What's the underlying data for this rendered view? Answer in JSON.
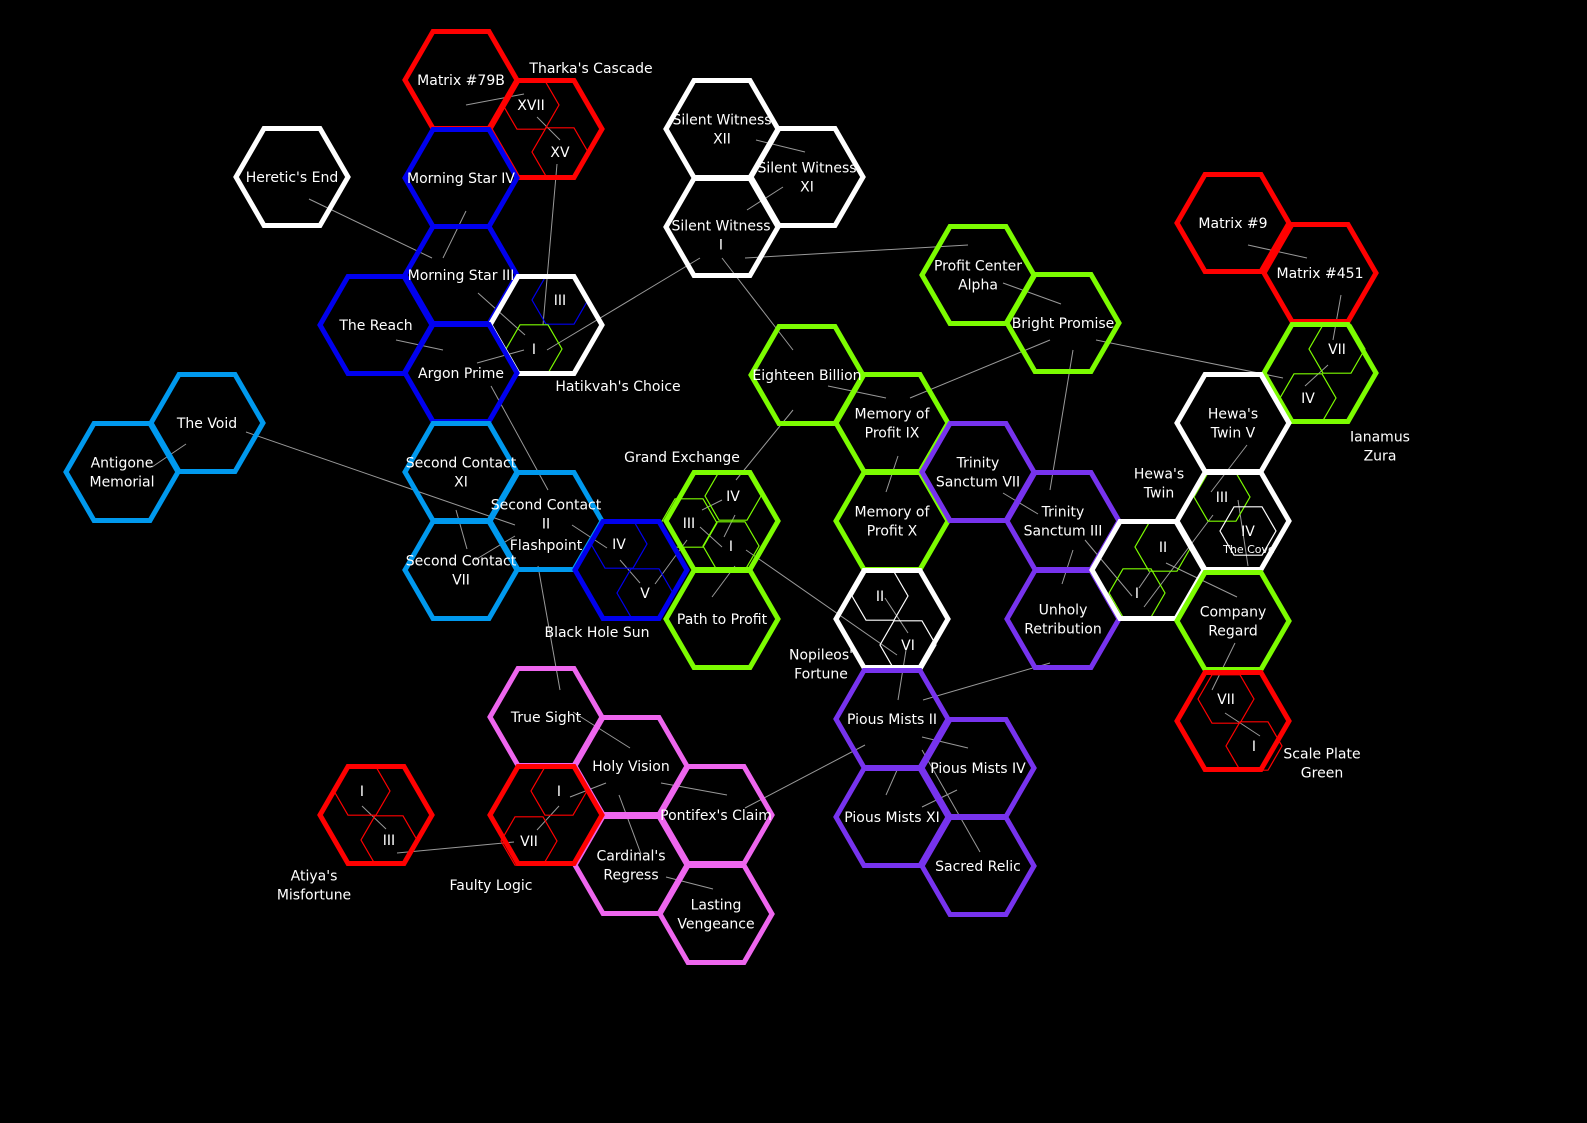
{
  "map": {
    "colors": {
      "red": "#ff0000",
      "blue": "#0000ee",
      "white": "#ffffff",
      "cyan": "#0099ee",
      "green": "#7cfc00",
      "purple": "#7733ee",
      "pink": "#ee66ee"
    },
    "hexes": [
      {
        "id": "matrix-79b",
        "color": "red",
        "lines": [
          "Matrix #79B"
        ]
      },
      {
        "id": "tharkas-cascade-a",
        "color": "red",
        "lines": []
      },
      {
        "id": "heretics-end",
        "color": "white",
        "lines": [
          "Heretic's End"
        ]
      },
      {
        "id": "morning-star-iv",
        "color": "blue",
        "lines": [
          "Morning Star IV"
        ]
      },
      {
        "id": "morning-star-iii",
        "color": "blue",
        "lines": [
          "Morning Star III"
        ]
      },
      {
        "id": "the-reach",
        "color": "blue",
        "lines": [
          "The Reach"
        ]
      },
      {
        "id": "hatikvahs-choice",
        "color": "white",
        "lines": []
      },
      {
        "id": "argon-prime",
        "color": "blue",
        "lines": [
          "Argon Prime"
        ]
      },
      {
        "id": "the-void",
        "color": "cyan",
        "lines": [
          "The Void"
        ]
      },
      {
        "id": "antigone-memorial",
        "color": "cyan",
        "lines": [
          "Antigone",
          "Memorial"
        ]
      },
      {
        "id": "second-contact-xi",
        "color": "cyan",
        "lines": [
          "Second Contact",
          "XI"
        ]
      },
      {
        "id": "second-contact-ii",
        "color": "cyan",
        "lines": [
          "Second Contact",
          "II"
        ]
      },
      {
        "id": "second-contact-vii",
        "color": "cyan",
        "lines": [
          "Second Contact",
          "VII"
        ]
      },
      {
        "id": "black-hole-sun",
        "color": "blue",
        "lines": []
      },
      {
        "id": "silent-witness-xii",
        "color": "white",
        "lines": [
          "Silent Witness",
          "XII"
        ]
      },
      {
        "id": "silent-witness-xi",
        "color": "white",
        "lines": [
          "Silent Witness",
          "XI"
        ]
      },
      {
        "id": "silent-witness-i",
        "color": "white",
        "lines": [
          "Silent Witness",
          "I"
        ]
      },
      {
        "id": "profit-center-alpha",
        "color": "green",
        "lines": [
          "Profit Center",
          "Alpha"
        ]
      },
      {
        "id": "bright-promise",
        "color": "green",
        "lines": [
          "Bright Promise"
        ]
      },
      {
        "id": "eighteen-billion",
        "color": "green",
        "lines": [
          "Eighteen Billion"
        ]
      },
      {
        "id": "memory-of-profit-ix",
        "color": "green",
        "lines": [
          "Memory of",
          "Profit IX"
        ]
      },
      {
        "id": "memory-of-profit-x",
        "color": "green",
        "lines": [
          "Memory of",
          "Profit X"
        ]
      },
      {
        "id": "grand-exchange",
        "color": "green",
        "lines": []
      },
      {
        "id": "path-to-profit",
        "color": "green",
        "lines": [
          "Path to Profit"
        ]
      },
      {
        "id": "nopileos-fortune",
        "color": "white",
        "lines": []
      },
      {
        "id": "trinity-sanctum-vii",
        "color": "purple",
        "lines": [
          "Trinity",
          "Sanctum VII"
        ]
      },
      {
        "id": "trinity-sanctum-iii",
        "color": "purple",
        "lines": [
          "Trinity",
          "Sanctum III"
        ]
      },
      {
        "id": "unholy-retribution",
        "color": "purple",
        "lines": [
          "Unholy",
          "Retribution"
        ]
      },
      {
        "id": "hewas-twin",
        "color": "white",
        "lines": []
      },
      {
        "id": "matrix-9",
        "color": "red",
        "lines": [
          "Matrix #9"
        ]
      },
      {
        "id": "matrix-451",
        "color": "red",
        "lines": [
          "Matrix #451"
        ]
      },
      {
        "id": "ianamus-zura",
        "color": "green",
        "lines": []
      },
      {
        "id": "hewas-twin-v",
        "color": "white",
        "lines": [
          "Hewa's",
          "Twin V"
        ]
      },
      {
        "id": "the-cove",
        "color": "white",
        "lines": []
      },
      {
        "id": "company-regard",
        "color": "green",
        "lines": [
          "Company",
          "Regard"
        ]
      },
      {
        "id": "scale-plate-green",
        "color": "red",
        "lines": []
      },
      {
        "id": "pious-mists-ii",
        "color": "purple",
        "lines": [
          "Pious Mists II"
        ]
      },
      {
        "id": "pious-mists-iv",
        "color": "purple",
        "lines": [
          "Pious Mists IV"
        ]
      },
      {
        "id": "pious-mists-xi",
        "color": "purple",
        "lines": [
          "Pious Mists XI"
        ]
      },
      {
        "id": "sacred-relic",
        "color": "purple",
        "lines": [
          "Sacred Relic"
        ]
      },
      {
        "id": "true-sight",
        "color": "pink",
        "lines": [
          "True Sight"
        ]
      },
      {
        "id": "holy-vision",
        "color": "pink",
        "lines": [
          "Holy Vision"
        ]
      },
      {
        "id": "pontifexs-claim",
        "color": "pink",
        "lines": [
          "Pontifex's Claim"
        ]
      },
      {
        "id": "cardinals-regress",
        "color": "pink",
        "lines": [
          "Cardinal's",
          "Regress"
        ]
      },
      {
        "id": "lasting-vengeance",
        "color": "pink",
        "lines": [
          "Lasting",
          "Vengeance"
        ]
      },
      {
        "id": "faulty-logic",
        "color": "red",
        "lines": []
      },
      {
        "id": "atiyas-misfortune",
        "color": "red",
        "lines": []
      }
    ],
    "subsectors": [
      {
        "id": "tharka-xvii",
        "color": "red",
        "numeral": "XVII"
      },
      {
        "id": "tharka-xv",
        "color": "red",
        "numeral": "XV"
      },
      {
        "id": "hatikvah-iii",
        "color": "blue",
        "numeral": "III"
      },
      {
        "id": "hatikvah-i",
        "color": "green",
        "numeral": "I"
      },
      {
        "id": "bhs-iv",
        "color": "blue",
        "numeral": "IV"
      },
      {
        "id": "bhs-v",
        "color": "blue",
        "numeral": "V"
      },
      {
        "id": "ge-iv",
        "color": "green",
        "numeral": "IV"
      },
      {
        "id": "ge-iii",
        "color": "green",
        "numeral": "III"
      },
      {
        "id": "ge-i",
        "color": "green",
        "numeral": "I"
      },
      {
        "id": "nop-ii",
        "color": "white",
        "numeral": "II"
      },
      {
        "id": "nop-vi",
        "color": "white",
        "numeral": "VI"
      },
      {
        "id": "hewa-ii",
        "color": "green",
        "numeral": "II"
      },
      {
        "id": "hewa-i",
        "color": "green",
        "numeral": "I"
      },
      {
        "id": "ianamus-vii",
        "color": "green",
        "numeral": "VII"
      },
      {
        "id": "ianamus-iv",
        "color": "green",
        "numeral": "IV"
      },
      {
        "id": "cove-iii",
        "color": "green",
        "numeral": "III"
      },
      {
        "id": "cove-iv",
        "color": "white",
        "numeral": "IV"
      },
      {
        "id": "scale-vii",
        "color": "red",
        "numeral": "VII"
      },
      {
        "id": "scale-i",
        "color": "red",
        "numeral": "I"
      },
      {
        "id": "faulty-i",
        "color": "red",
        "numeral": "I"
      },
      {
        "id": "faulty-vii",
        "color": "red",
        "numeral": "VII"
      },
      {
        "id": "atiya-i",
        "color": "red",
        "numeral": "I"
      },
      {
        "id": "atiya-iii",
        "color": "red",
        "numeral": "III"
      }
    ],
    "sector_labels": [
      {
        "id": "tharkas-cascade",
        "lines": [
          "Tharka's Cascade"
        ]
      },
      {
        "id": "hatikvahs-choice",
        "lines": [
          "Hatikvah's Choice"
        ]
      },
      {
        "id": "grand-exchange",
        "lines": [
          "Grand Exchange"
        ]
      },
      {
        "id": "flashpoint",
        "lines": [
          "Flashpoint"
        ]
      },
      {
        "id": "black-hole-sun",
        "lines": [
          "Black Hole Sun"
        ]
      },
      {
        "id": "nopileos-fortune",
        "lines": [
          "Nopileos'",
          "Fortune"
        ]
      },
      {
        "id": "hewas-twin",
        "lines": [
          "Hewa's",
          "Twin"
        ]
      },
      {
        "id": "ianamus-zura",
        "lines": [
          "Ianamus",
          "Zura"
        ]
      },
      {
        "id": "the-cove",
        "lines": [
          "The Cove"
        ]
      },
      {
        "id": "scale-plate-green",
        "lines": [
          "Scale Plate",
          "Green"
        ]
      },
      {
        "id": "faulty-logic",
        "lines": [
          "Faulty Logic"
        ]
      },
      {
        "id": "atiyas-misfortune",
        "lines": [
          "Atiya's",
          "Misfortune"
        ]
      }
    ]
  }
}
